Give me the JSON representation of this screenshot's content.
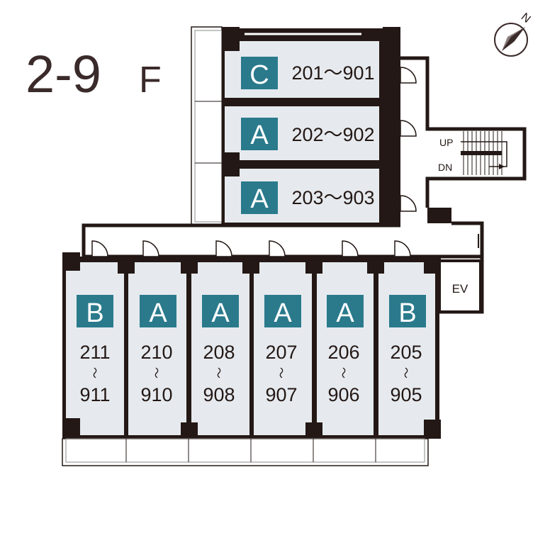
{
  "title": {
    "main": "2-9",
    "suffix": "F"
  },
  "compass": {
    "label": "N"
  },
  "colors": {
    "badge": "#2a7a8c",
    "wall": "#231815",
    "room_fill": "#e6eaee",
    "title": "#3b2a2a"
  },
  "north_units": [
    {
      "type": "C",
      "range": "201～901"
    },
    {
      "type": "A",
      "range": "202～902"
    },
    {
      "type": "A",
      "range": "203～903"
    }
  ],
  "south_units": [
    {
      "type": "B",
      "top": "211",
      "sep": "〜",
      "bottom": "911"
    },
    {
      "type": "A",
      "top": "210",
      "sep": "〜",
      "bottom": "910"
    },
    {
      "type": "A",
      "top": "208",
      "sep": "〜",
      "bottom": "908"
    },
    {
      "type": "A",
      "top": "207",
      "sep": "〜",
      "bottom": "907"
    },
    {
      "type": "A",
      "top": "206",
      "sep": "〜",
      "bottom": "906"
    },
    {
      "type": "B",
      "top": "205",
      "sep": "〜",
      "bottom": "905"
    }
  ],
  "stairs": {
    "up": "UP",
    "down": "DN"
  },
  "elevator": {
    "label": "EV"
  }
}
